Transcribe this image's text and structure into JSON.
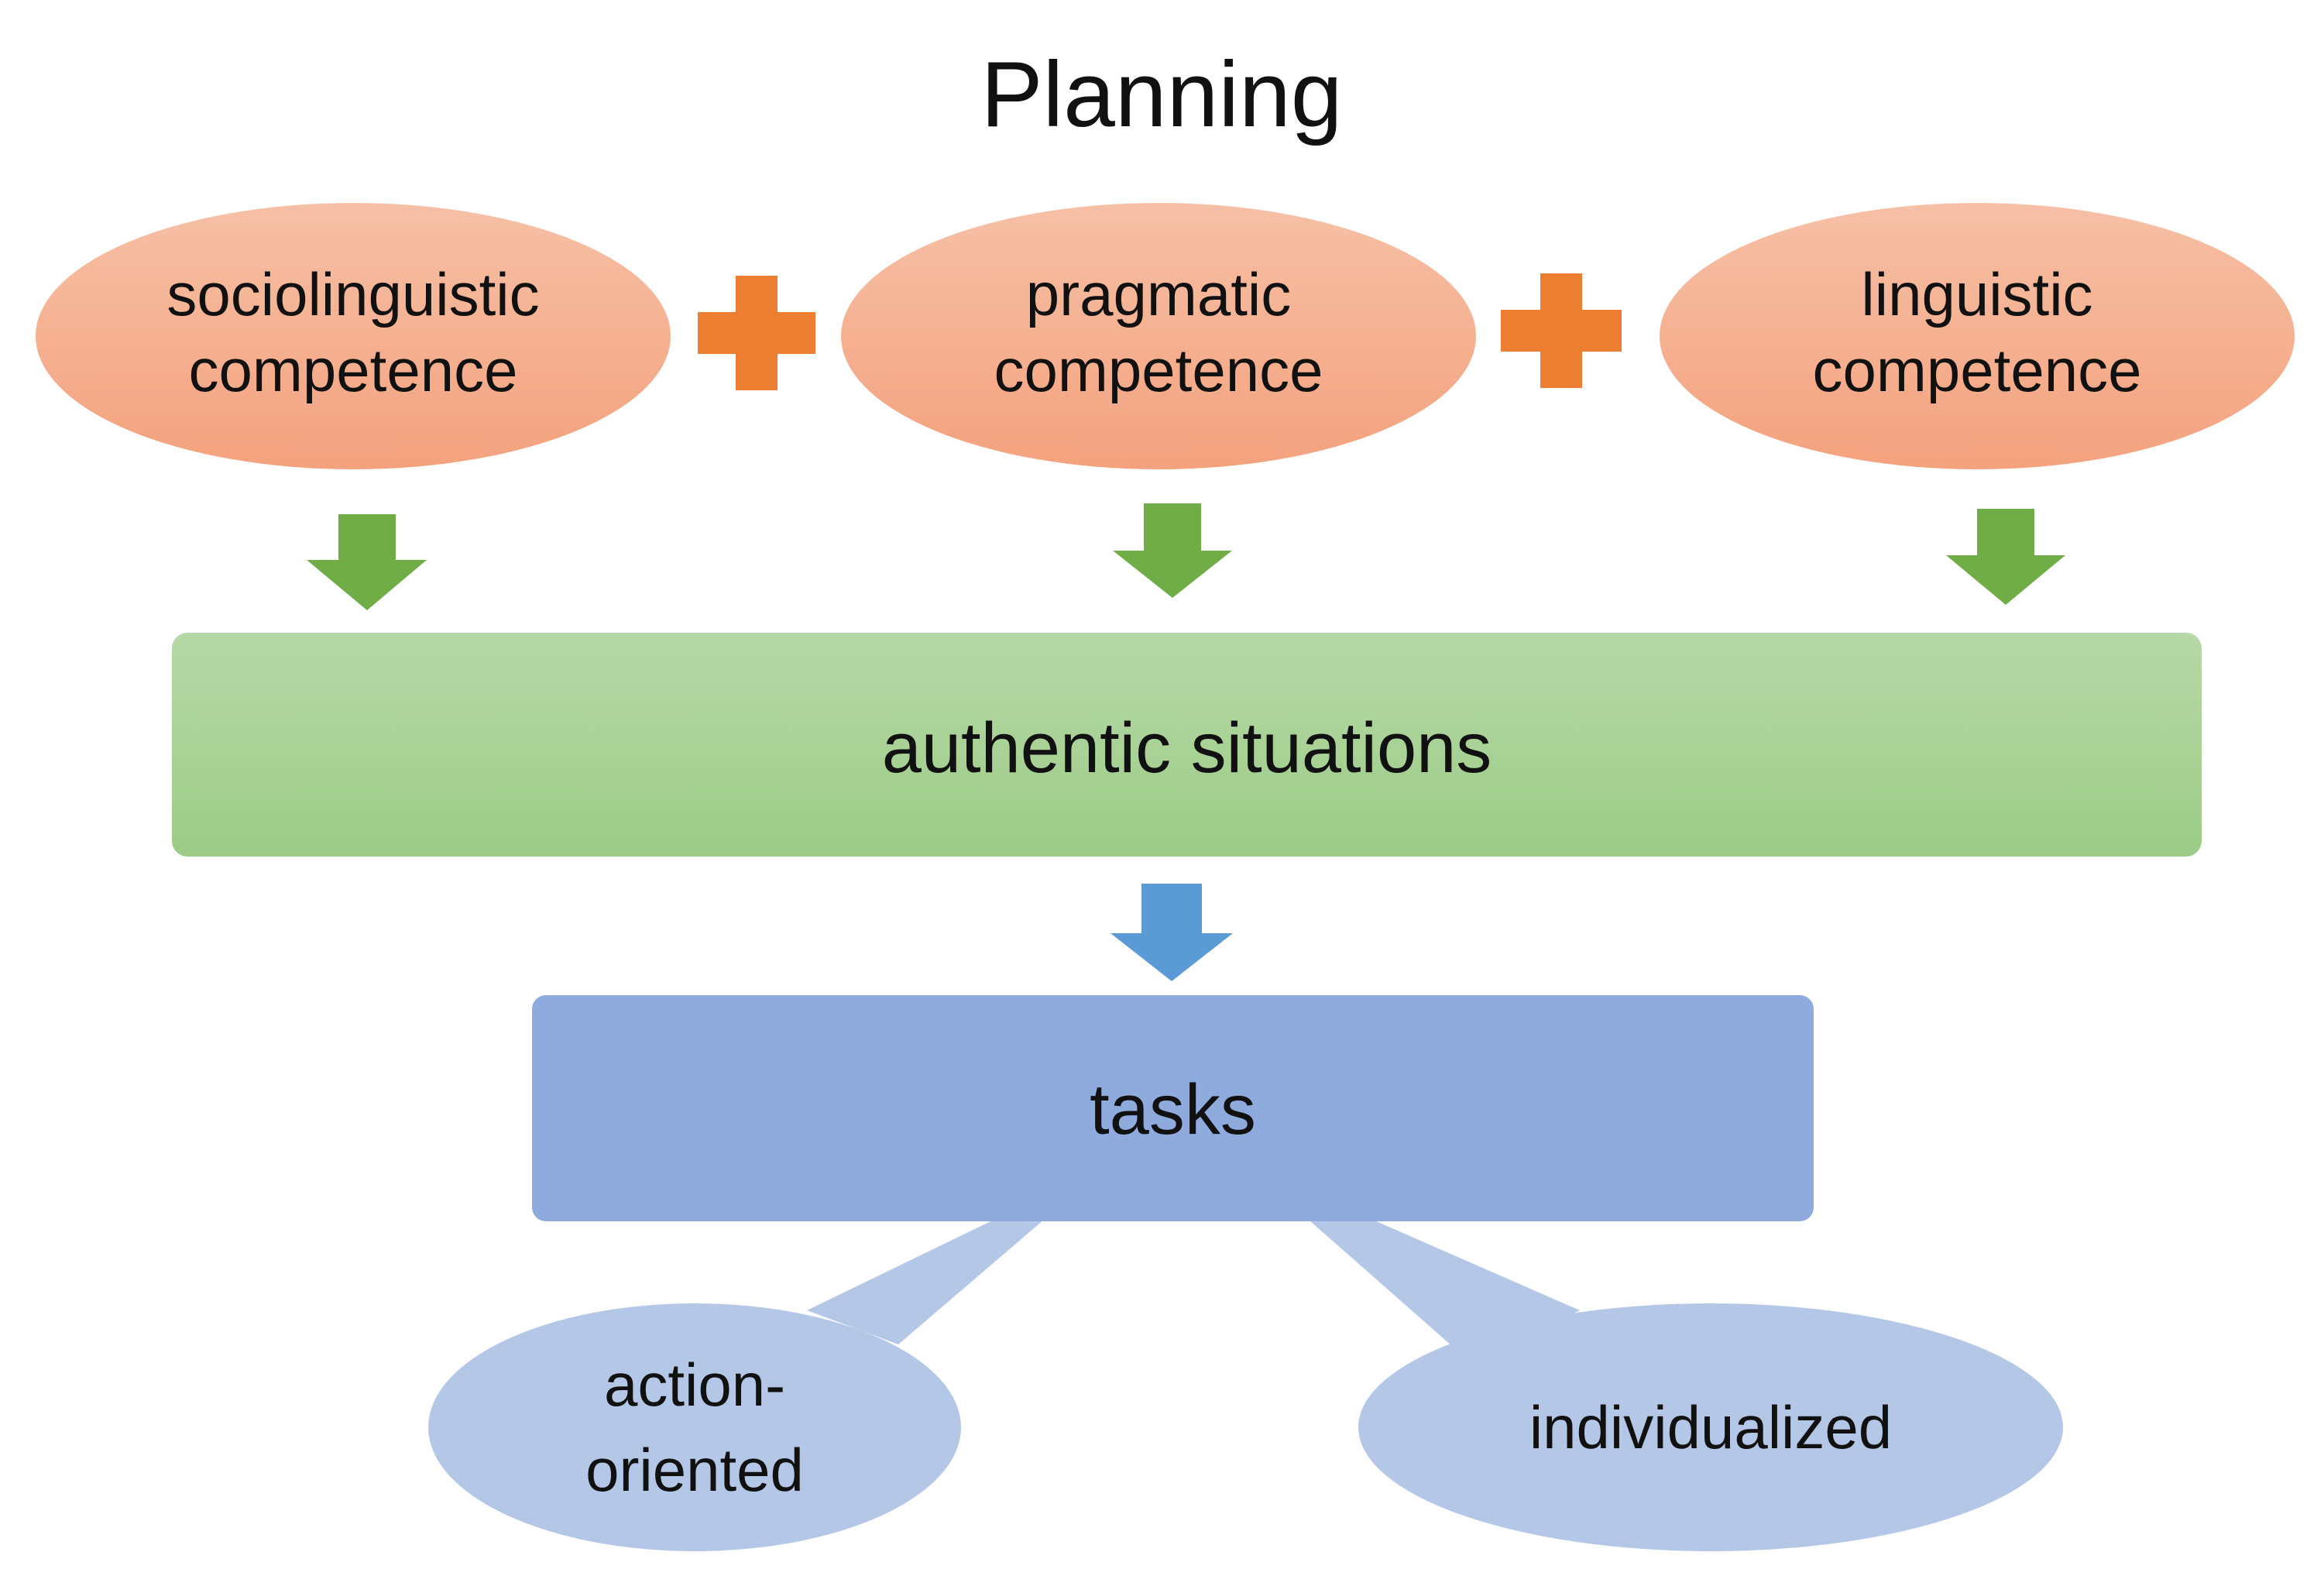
{
  "title": "Planning",
  "competences": [
    {
      "line1": "sociolinguistic",
      "line2": "competence"
    },
    {
      "line1": "pragmatic",
      "line2": "competence"
    },
    {
      "line1": "linguistic",
      "line2": "competence"
    }
  ],
  "situations_label": "authentic situations",
  "tasks_label": "tasks",
  "task_qualities": [
    {
      "line1": "action-",
      "line2": "oriented"
    },
    {
      "line1": "individualized"
    }
  ],
  "colors": {
    "ellipse_top": "#f6c0a6",
    "ellipse_bottom": "#f4a27e",
    "plus": "#ed7d31",
    "arrow_green": "#70ad47",
    "situations_top": "#b7d8a8",
    "situations_bottom": "#9ccc86",
    "arrow_blue": "#5b9bd5",
    "tasks": "#8faadc",
    "bubble": "#b4c7e7"
  },
  "connectors": {
    "plus": "plus-icon",
    "arrow": "arrow-down-icon"
  }
}
